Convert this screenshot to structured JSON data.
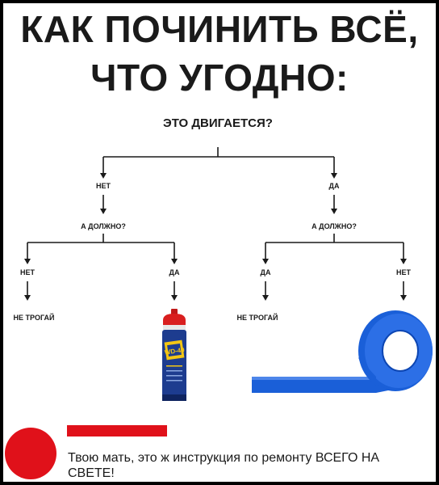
{
  "title": {
    "line1": "КАК ПОЧИНИТЬ ВСЁ,",
    "line2": "ЧТО УГОДНО:"
  },
  "flowchart": {
    "root": "ЭТО ДВИГАЕТСЯ?",
    "left": {
      "answer": "НЕТ",
      "question": "А ДОЛЖНО?",
      "branch_no": "НЕТ",
      "branch_yes": "ДА",
      "result_no": "НЕ ТРОГАЙ",
      "result_yes_item": "WD-40 can"
    },
    "right": {
      "answer": "ДА",
      "question": "А ДОЛЖНО?",
      "branch_yes": "ДА",
      "branch_no": "НЕТ",
      "result_yes": "НЕ ТРОГАЙ",
      "result_no_item": "blue electrical tape"
    }
  },
  "product": {
    "brand": "WD-40"
  },
  "footer": {
    "caption": "Твою мать, это ж инструкция по ремонту ВСЕГО НА СВЕТЕ!"
  },
  "colors": {
    "background": "#ffffff",
    "frame": "#000000",
    "text": "#1a1a1a",
    "accent_red": "#e0111a",
    "tape_blue": "#1a5fd8",
    "can_blue": "#1d3c8f",
    "can_yellow": "#f3c614"
  }
}
